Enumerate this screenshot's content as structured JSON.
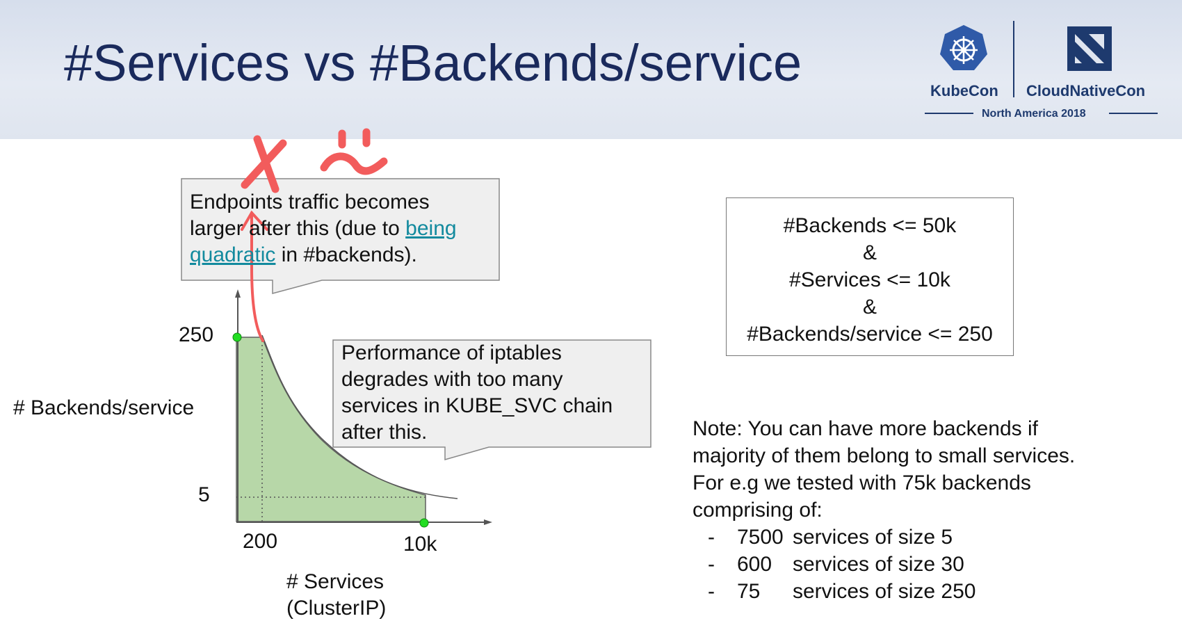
{
  "slide": {
    "title": "#Services vs #Backends/service"
  },
  "logo": {
    "left_name": "KubeCon",
    "right_name": "CloudNativeCon",
    "subtitle": "North America 2018"
  },
  "callouts": {
    "top": {
      "line1": "Endpoints traffic becomes",
      "line2_pre": "larger after this (due to ",
      "line2_link": "being",
      "line3_link": "quadratic",
      "line3_post": " in #backends)."
    },
    "right": {
      "lines": [
        "Performance of iptables",
        "degrades with too many",
        "services in KUBE_SVC chain",
        "after this."
      ]
    }
  },
  "diagram": {
    "y_axis_label": "# Backends/service",
    "x_axis_label_line1": "# Services",
    "x_axis_label_line2": "(ClusterIP)",
    "y_ticks": [
      "250",
      "5"
    ],
    "x_ticks": [
      "200",
      "10k"
    ],
    "fill_color": "#b7d7a8",
    "marker_color": "#22dd22",
    "annotation_color": "#f25c5c"
  },
  "conditions": {
    "lines": [
      "#Backends <= 50k",
      "&",
      "#Services <= 10k",
      "&",
      "#Backends/service <= 250"
    ]
  },
  "note": {
    "lines": [
      "Note: You can have more backends if",
      "majority of them belong to small services.",
      "For e.g we tested with 75k backends",
      "comprising of:"
    ],
    "items": [
      {
        "count": "7500",
        "text": "services of size 5"
      },
      {
        "count": "600",
        "text": "services of size 30"
      },
      {
        "count": "75",
        "text": "services of size 250"
      }
    ]
  }
}
